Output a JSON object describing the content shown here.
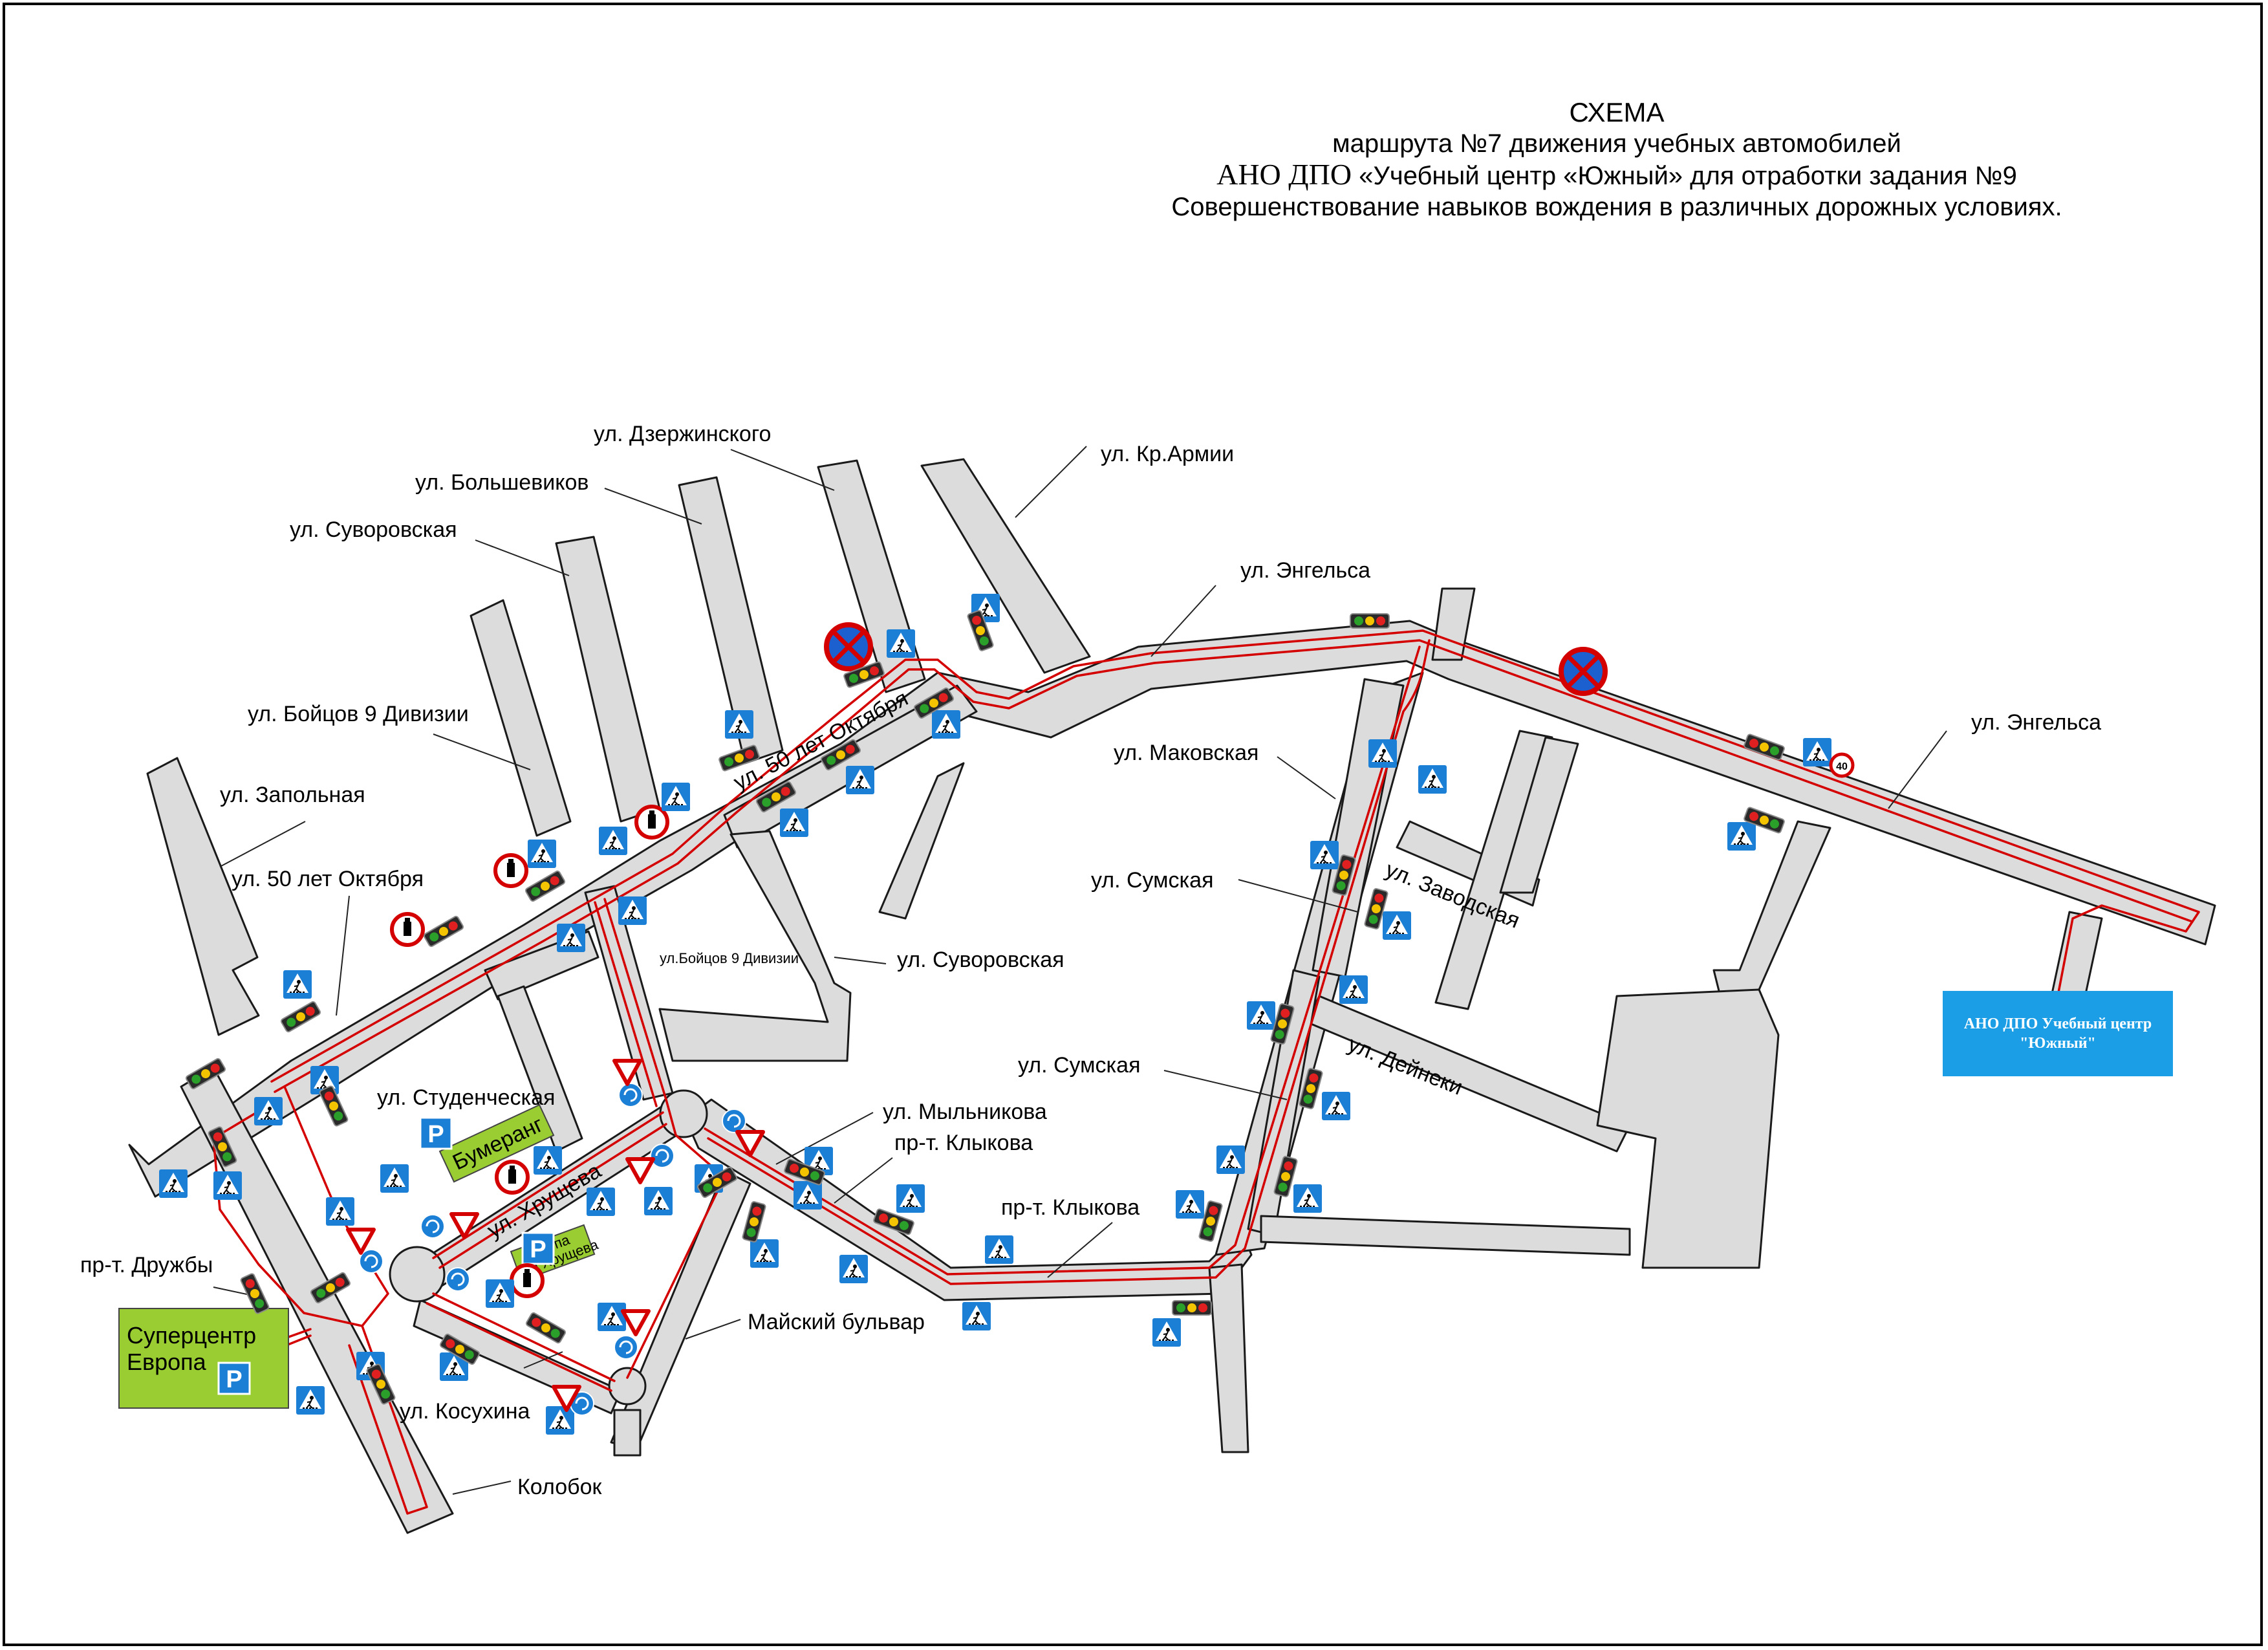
{
  "title": {
    "line1": "СХЕМА",
    "line2": "маршрута №7 движения учебных автомобилей",
    "line3_prefix": "АНО ДПО",
    "line3_rest": "«Учебный центр «Южный» для отработки задания №9",
    "line4": "Совершенствование навыков вождения в различных дорожных условиях."
  },
  "colors": {
    "road": "#dcdcdc",
    "route": "#d40000",
    "sign_blue": "#1c7fd6",
    "green_label": "#9acd32",
    "school_box": "#1c9ee6"
  },
  "streets": {
    "dzerzhinskogo": "ул. Дзержинского",
    "bolshevikov": "ул. Большевиков",
    "suvorovskaya_top": "ул. Суворовская",
    "kr_armii": "ул. Кр.Армии",
    "engelsa_1": "ул. Энгельса",
    "engelsa_2": "ул. Энгельса",
    "boitsov_9": "ул. Бойцов 9 Дивизии",
    "zapolnaya": "ул. Запольная",
    "let50_1": "ул. 50 лет Октября",
    "let50_2": "ул. 50 лет Октября",
    "makovskaya": "ул. Маковская",
    "sumskaya_1": "ул. Сумская",
    "sumskaya_2": "ул. Сумская",
    "zavodskaya": "ул. Заводская",
    "deineki": "ул. Дейнеки",
    "suvorovskaya_mid": "ул. Суворовская",
    "boitsov_small": "ул.Бойцов 9 Дивизии",
    "studencheskaya": "ул. Студенческая",
    "mylnikova": "ул. Мыльникова",
    "klykova_1": "пр-т. Клыкова",
    "klykova_2": "пр-т. Клыкова",
    "hruscheva": "ул. Хрущева",
    "druzhby": "пр-т. Дружбы",
    "maiskiy": "Майский бульвар",
    "kosuhina": "ул. Косухина",
    "kolobok": "Колобок"
  },
  "places": {
    "supercenter": "Суперцентр Европа",
    "supercenter_line1": "Суперцентр",
    "supercenter_line2": "Европа",
    "bumerang": "Бумеранг",
    "evropa_hrusheva_1": "Европа",
    "evropa_hrusheva_2": "на Хрущева",
    "parking_letter": "P",
    "school_line1": "АНО ДПО Учебный центр",
    "school_line2": "\"Южный\""
  },
  "sign_types": [
    "pedestrian-crossing-sign",
    "traffic-light",
    "no-stopping-sign",
    "no-trucks-sign",
    "roundabout-sign",
    "yield-sign",
    "parking-sign",
    "speed-limit-sign"
  ],
  "speed_limit": "40"
}
